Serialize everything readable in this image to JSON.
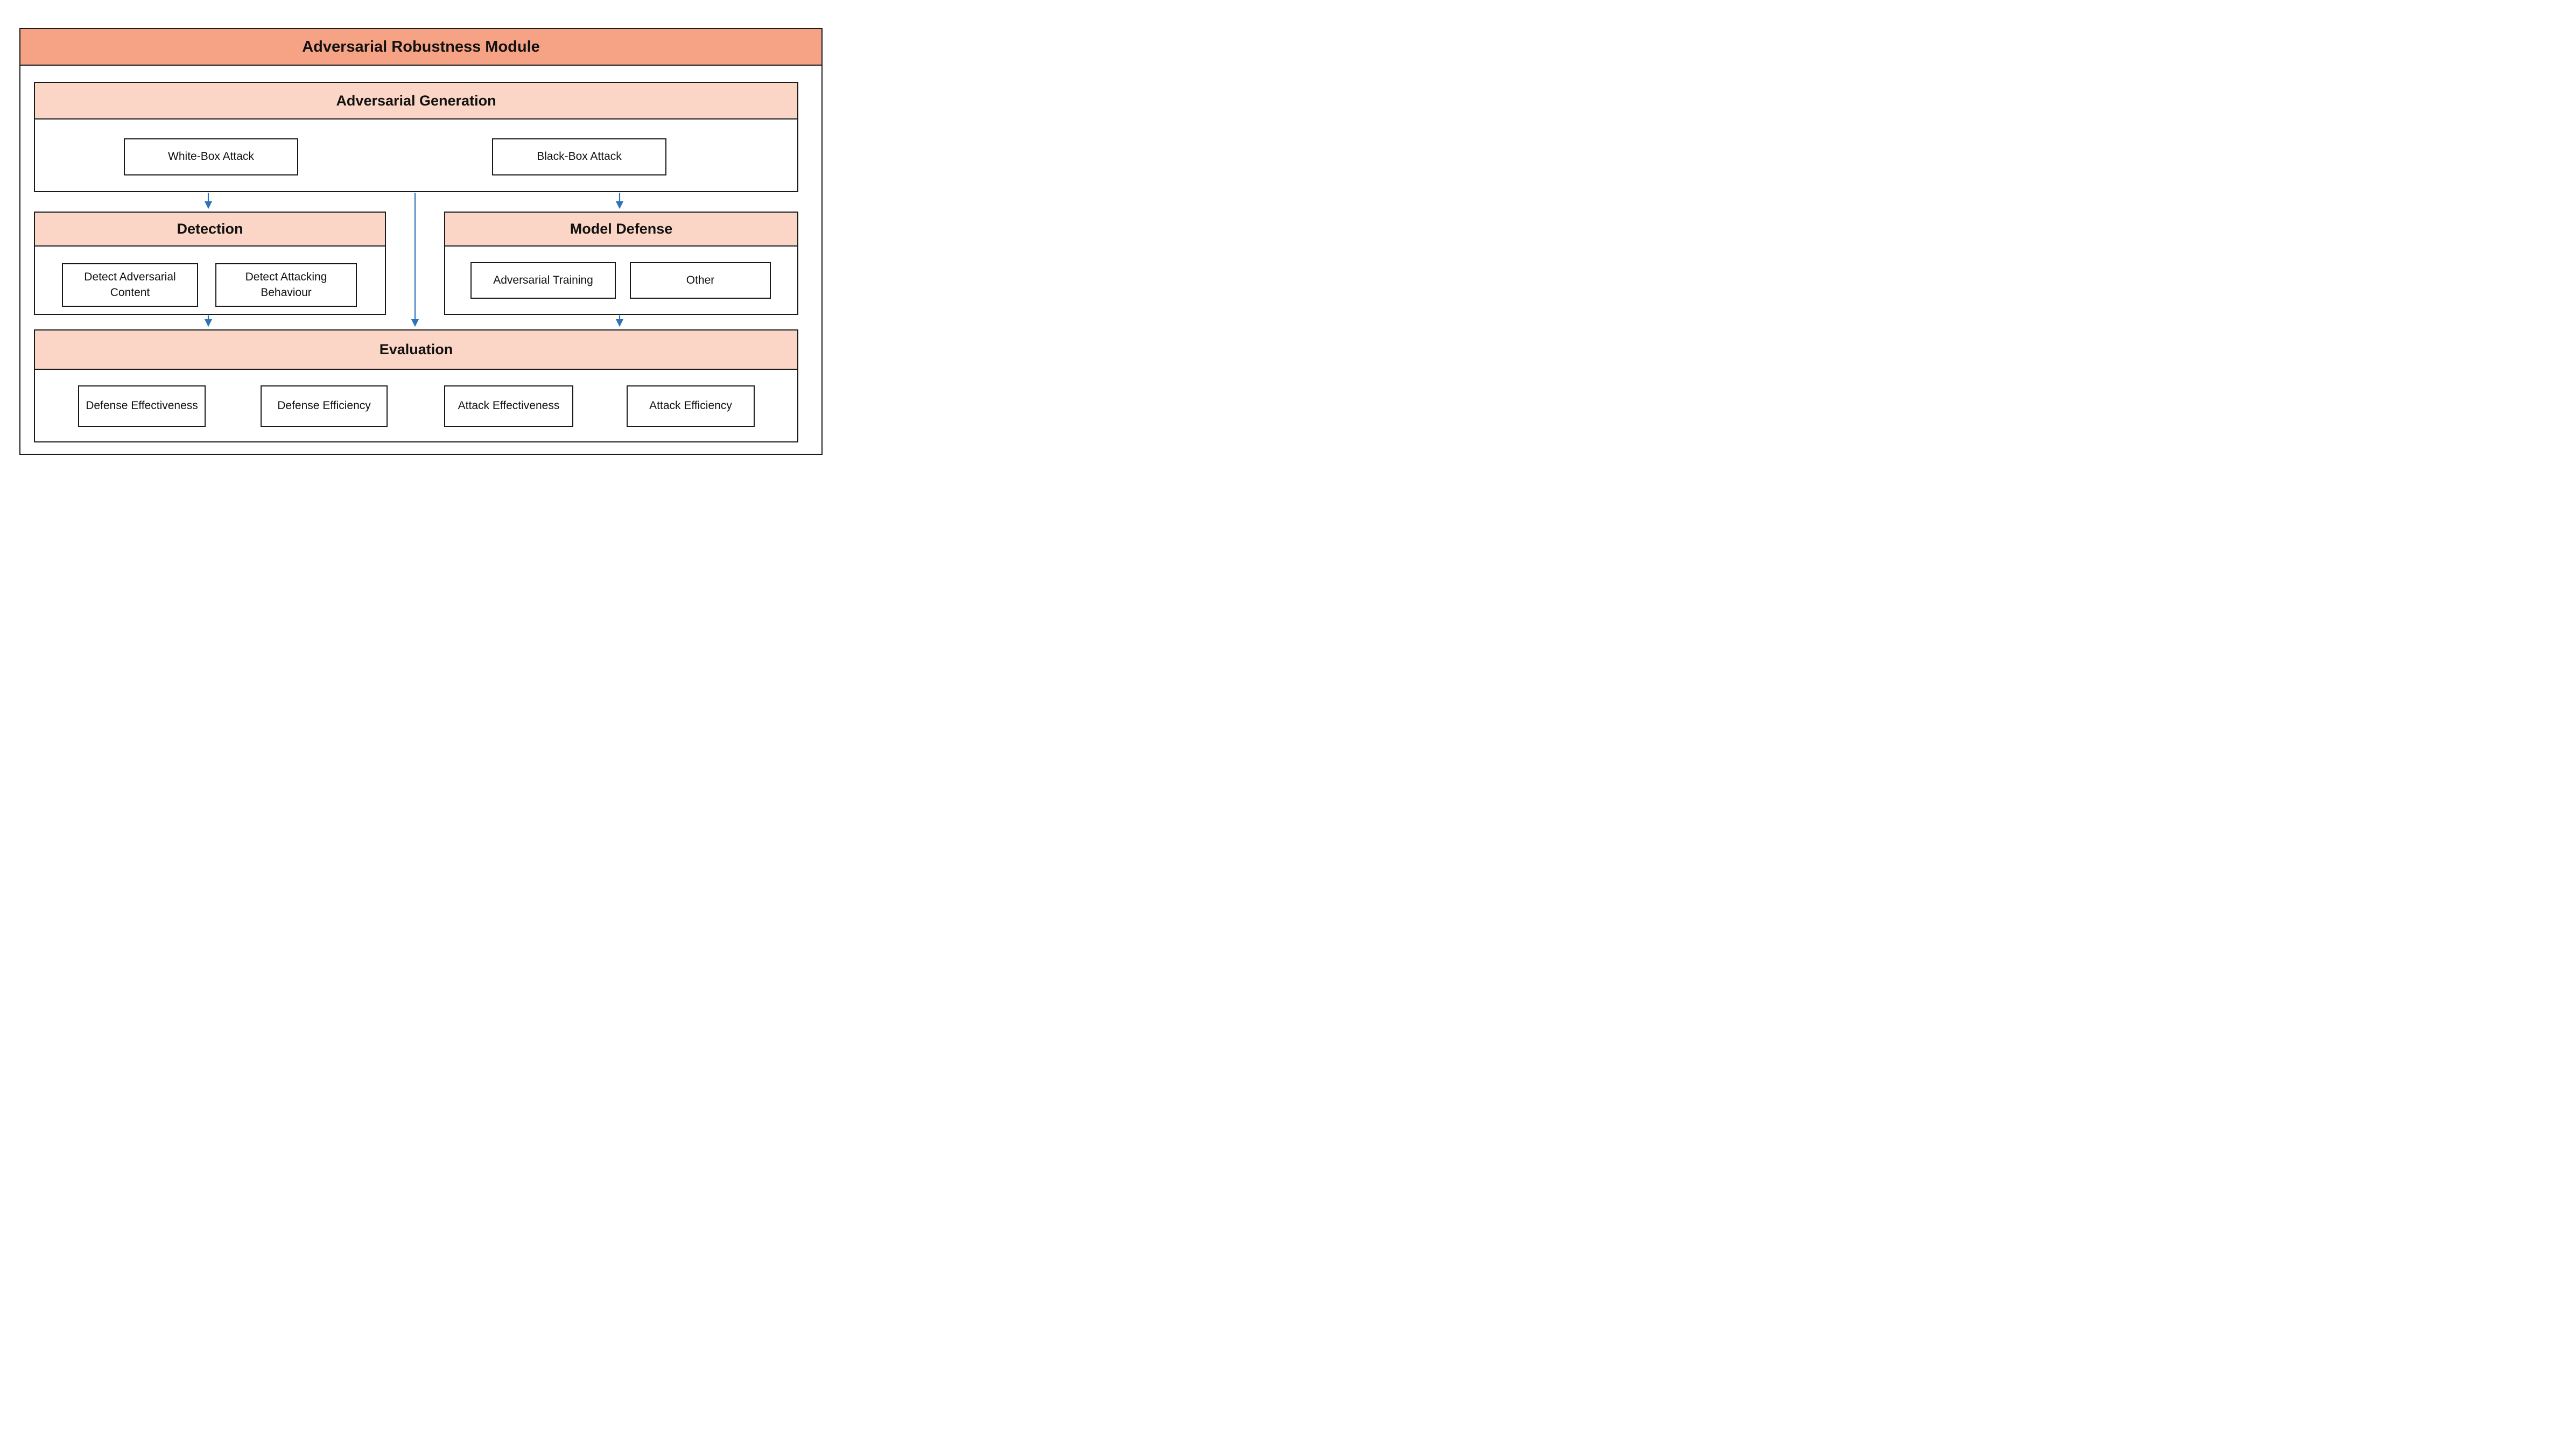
{
  "colors": {
    "title_fill": "#F6A385",
    "section_fill": "#FBD5C6",
    "border": "#1A1A1A",
    "arrow": "#2E74B5"
  },
  "diagram": {
    "title": "Adversarial Robustness Module",
    "sections": {
      "generation": {
        "title": "Adversarial Generation",
        "items": [
          {
            "label": "White-Box Attack"
          },
          {
            "label": "Black-Box Attack"
          }
        ]
      },
      "detection": {
        "title": "Detection",
        "items": [
          {
            "label": "Detect Adversarial Content"
          },
          {
            "label": "Detect Attacking Behaviour"
          }
        ]
      },
      "defense": {
        "title": "Model Defense",
        "items": [
          {
            "label": "Adversarial Training"
          },
          {
            "label": "Other"
          }
        ]
      },
      "evaluation": {
        "title": "Evaluation",
        "items": [
          {
            "label": "Defense Effectiveness"
          },
          {
            "label": "Defense Efficiency"
          },
          {
            "label": "Attack Effectiveness"
          },
          {
            "label": "Attack Efficiency"
          }
        ]
      }
    },
    "arrows": [
      {
        "name": "generation-to-detection"
      },
      {
        "name": "generation-to-evaluation"
      },
      {
        "name": "generation-to-model-defense"
      },
      {
        "name": "detection-to-evaluation"
      },
      {
        "name": "model-defense-to-evaluation"
      }
    ]
  }
}
